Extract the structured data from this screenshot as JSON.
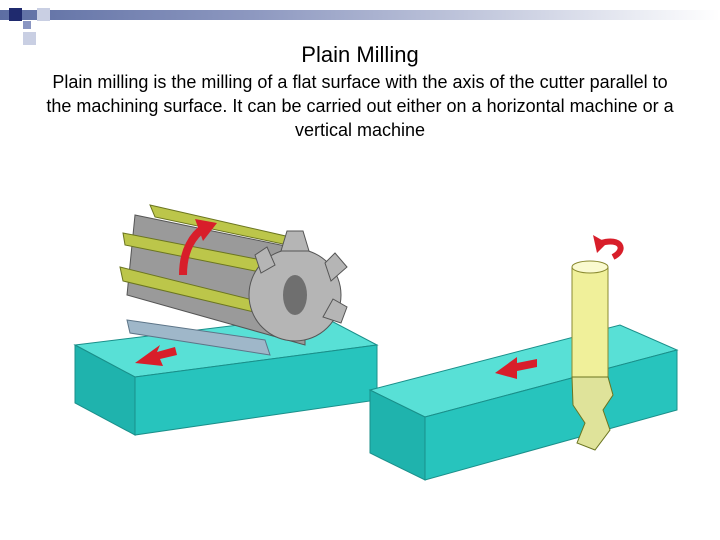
{
  "slide": {
    "title": "Plain Milling",
    "body": "Plain milling is the milling of a flat surface with the axis of the cutter parallel to the machining surface. It can be carried out either on a horizontal machine or a vertical machine"
  },
  "colors": {
    "accent_dark": "#1f2a6e",
    "accent_light": "#c9cfe3",
    "workpiece_top": "#58e0d6",
    "workpiece_front": "#1fb3ad",
    "cutter_teeth": "#bcc64a",
    "arrow_red": "#d81e2a"
  },
  "illustration": {
    "left_panel": "horizontal-plain-milling-cutter",
    "right_panel": "vertical-end-mill"
  }
}
